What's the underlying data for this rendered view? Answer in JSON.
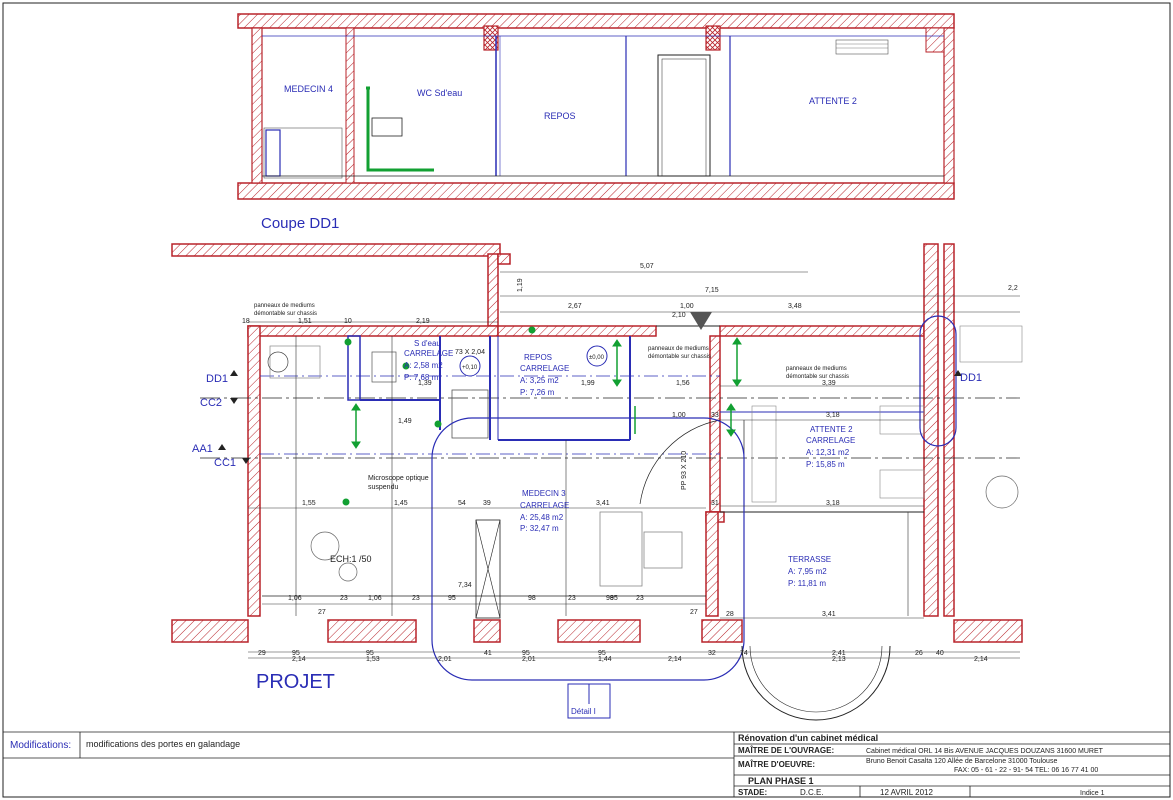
{
  "section": {
    "title": "Coupe DD1",
    "rooms": [
      "MEDECIN 4",
      "WC Sd'eau",
      "REPOS",
      "ATTENTE 2"
    ]
  },
  "plan": {
    "title": "PROJET",
    "scale": "ECH:1 /50",
    "detail": "Détail I",
    "rooms": [
      {
        "name": "S d'eau",
        "floor": "CARRELAGE",
        "area": "A: 2,58 m2",
        "perimeter": "P: 7,68 m"
      },
      {
        "name": "REPOS",
        "floor": "CARRELAGE",
        "area": "A: 3,25 m2",
        "perimeter": "P: 7,26 m"
      },
      {
        "name": "MEDECIN 3",
        "floor": "CARRELAGE",
        "area": "A: 25,48 m2",
        "perimeter": "P: 32,47 m"
      },
      {
        "name": "ATTENTE 2",
        "floor": "CARRELAGE",
        "area": "A: 12,31 m2",
        "perimeter": "P: 15,85 m"
      },
      {
        "name": "TERRASSE",
        "floor": "",
        "area": "A: 7,95 m2",
        "perimeter": "P: 11,81 m"
      }
    ],
    "annotations": {
      "panneaux": [
        "panneaux de mediums",
        "démontable sur chassis"
      ],
      "microscope": [
        "Microscope optique",
        "suspendu"
      ],
      "opening": "73 X 2,04",
      "door": "PP 93 X 210",
      "level_left": "+0,10",
      "level_right": "±0,00"
    },
    "section_marks": [
      "DD1",
      "CC2",
      "AA1",
      "CC1",
      "DD1"
    ],
    "dimensions_top": [
      "5,07",
      "7,15",
      "1,19",
      "2,67",
      "1,00",
      "2,10",
      "3,48",
      "1,51",
      "2,19",
      "2,2",
      "18",
      "10"
    ],
    "dimensions_mid": [
      "1,55",
      "1,45",
      "54",
      "39",
      "3,41",
      "31",
      "3,18",
      "3,18",
      "3,39",
      "1,56",
      "1,39",
      "1,99",
      "1,49",
      "1,00",
      "33"
    ],
    "dimensions_bottom": [
      "2,14",
      "1,53",
      "2,01",
      "41",
      "2,01",
      "1,44",
      "2,14",
      "32",
      "74",
      "2,41",
      "2,13",
      "26",
      "40",
      "2,14",
      "95",
      "95",
      "95",
      "95",
      "29"
    ],
    "dimensions_lower_row": [
      "1,06",
      "1,06",
      "7,34",
      "98",
      "98",
      "95",
      "23",
      "23",
      "23",
      "23",
      "27",
      "27",
      "28",
      "3,41",
      "95"
    ]
  },
  "title_block": {
    "modifications_label": "Modifications:",
    "modifications_text": "modifications des portes en galandage",
    "project": "Rénovation d'un cabinet médical",
    "owner_label": "MAÎTRE DE L'OUVRAGE:",
    "owner_value": "Cabinet médical ORL  14 Bis AVENUE JACQUES DOUZANS 31600 MURET",
    "architect_label": "MAÎTRE D'OEUVRE:",
    "architect_value": "Bruno Benoit Casalta 120 Allée de Barcelone 31000 Toulouse",
    "contact": "FAX: 05 - 61 - 22 - 91- 54      TEL: 06 16 77 41 00",
    "phase": "PLAN PHASE 1",
    "stage_label": "STADE:",
    "stage_value": "D.C.E.",
    "date": "12 AVRIL 2012",
    "index": "Indice  1"
  },
  "colors": {
    "wall": "#b8232a",
    "annotation": "#2a2db5",
    "green": "#12a032",
    "line": "#222222"
  }
}
